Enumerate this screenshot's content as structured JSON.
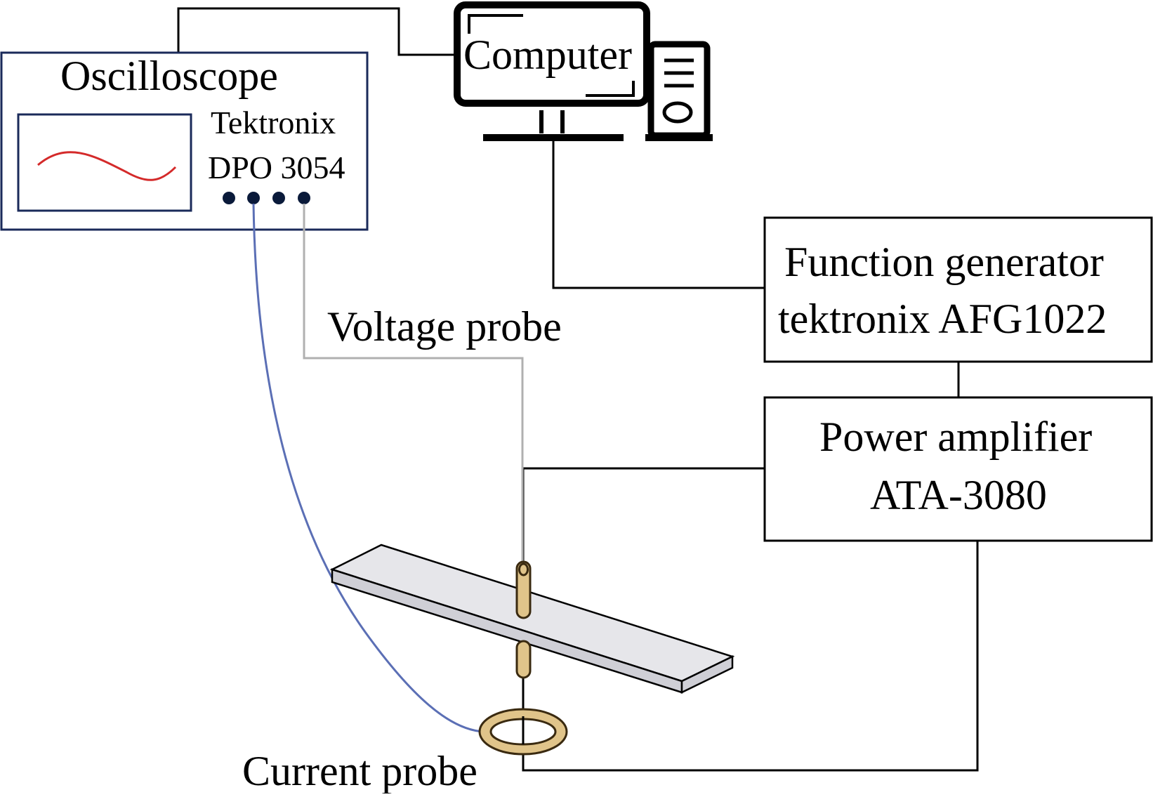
{
  "oscilloscope": {
    "title": "Oscilloscope",
    "brand": "Tektronix",
    "model": "DPO 3054"
  },
  "computer": {
    "label": "Computer"
  },
  "function_generator": {
    "line1": "Function generator",
    "line2": "tektronix AFG1022"
  },
  "power_amplifier": {
    "line1": "Power amplifier",
    "line2": "ATA-3080"
  },
  "voltage_probe": {
    "label": "Voltage probe"
  },
  "current_probe": {
    "label": "Current probe"
  },
  "colors": {
    "line": "#000000",
    "box_outline": "#1a2a5a",
    "waveform": "#d42a2a",
    "current_cable": "#5b6fb5",
    "voltage_cable": "#b0b0b0",
    "probe_fill": "#e0c48a",
    "probe_stroke": "#3a2a10",
    "beam_fill": "#e6e6ea",
    "beam_side": "#cfcfd6",
    "port": "#0a1a3a"
  }
}
